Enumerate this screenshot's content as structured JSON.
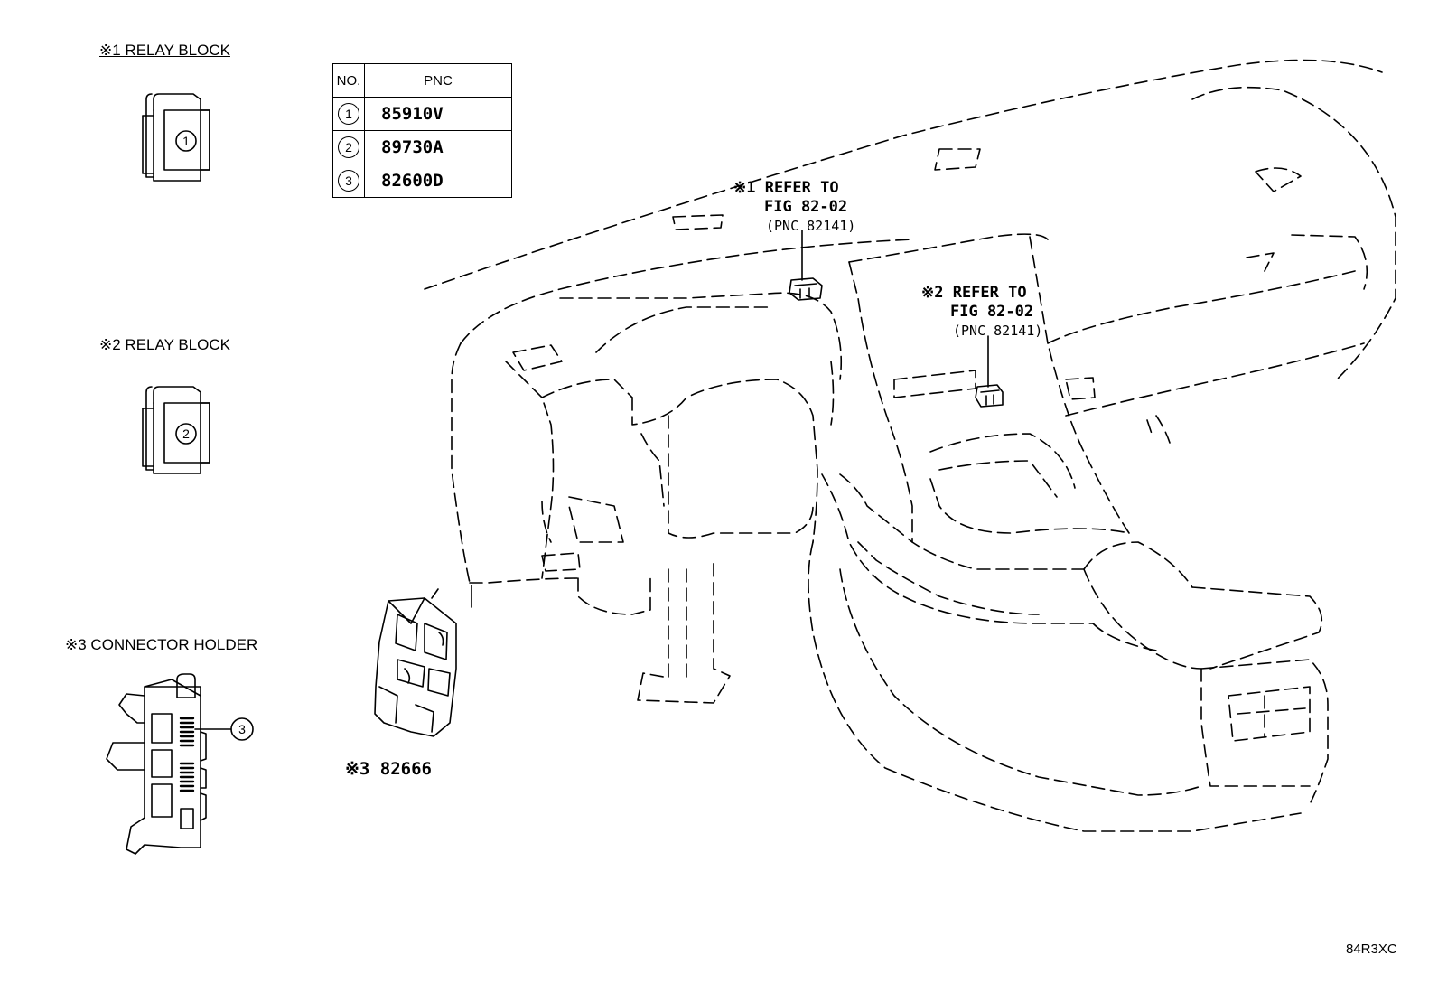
{
  "legend": {
    "relay1_title": "※1 RELAY BLOCK",
    "relay2_title": "※2 RELAY BLOCK",
    "connector_title": "※3 CONNECTOR HOLDER",
    "relay1_num": "1",
    "relay2_num": "2",
    "connector_num": "3"
  },
  "table": {
    "header_no": "NO.",
    "header_pnc": "PNC",
    "rows": [
      {
        "no": "1",
        "pnc": "85910V"
      },
      {
        "no": "2",
        "pnc": "89730A"
      },
      {
        "no": "3",
        "pnc": "82600D"
      }
    ]
  },
  "callouts": {
    "ref1_line1": "※1 REFER TO",
    "ref1_line2": "FIG 82-02",
    "ref1_line3": "(PNC 82141)",
    "ref2_line1": "※2 REFER TO",
    "ref2_line2": "FIG 82-02",
    "ref2_line3": "(PNC 82141)",
    "part3": "※3 82666"
  },
  "footer": {
    "code": "84R3XC"
  }
}
